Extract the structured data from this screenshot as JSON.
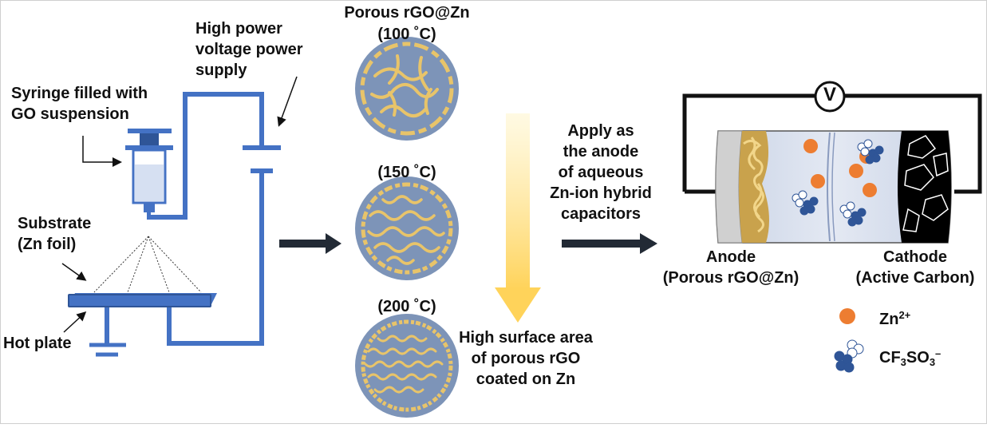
{
  "colors": {
    "setup_blue": "#4472c4",
    "dark_arrow": "#222a35",
    "rgo_gold": "#e8c46a",
    "disc_blue": "#7d94b8",
    "zn_orange": "#ed7d31",
    "anion_blue": "#2f5597",
    "gradient_top": "#fff3c4",
    "gradient_bottom": "#ffd35a"
  },
  "setup": {
    "syringe_label": [
      "Syringe filled with",
      "GO suspension"
    ],
    "power_label": [
      "High power",
      "voltage power",
      "supply"
    ],
    "substrate_label": [
      "Substrate",
      "(Zn foil)"
    ],
    "hotplate_label": "Hot plate"
  },
  "samples": {
    "porous_title": "Porous rGO@Zn",
    "temps": [
      "(100 ˚C)",
      "(150 ˚C)",
      "(200 ˚C)"
    ]
  },
  "trend_note": [
    "High surface area",
    "of porous rGO",
    "coated on Zn"
  ],
  "application_note": [
    "Apply as",
    "the anode",
    "of aqueous",
    "Zn-ion hybrid",
    "capacitors"
  ],
  "device": {
    "voltmeter_symbol": "V",
    "anode_label": [
      "Anode",
      "(Porous rGO@Zn)"
    ],
    "cathode_label": [
      "Cathode",
      "(Active Carbon)"
    ]
  },
  "legend": {
    "zn_base": "Zn",
    "zn_sup": "2+",
    "anion_p1": "CF",
    "anion_s1": "3",
    "anion_p2": "SO",
    "anion_s2": "3",
    "anion_sup": "–"
  }
}
